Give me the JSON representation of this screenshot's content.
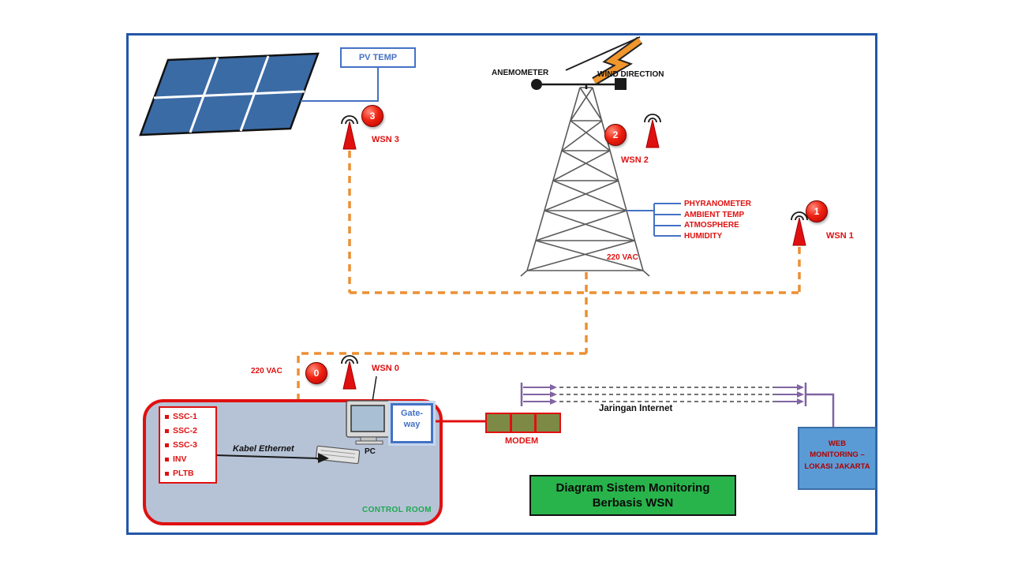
{
  "title": "Diagram Sistem Monitoring Berbasis WSN",
  "labels": {
    "pv_temp": "PV TEMP",
    "anemometer": "ANEMOMETER",
    "wind_direction": "WIND DIRECTION",
    "vac_tower": "220 VAC",
    "vac_control": "220 VAC",
    "internet": "Jaringan Internet",
    "modem": "MODEM"
  },
  "sensors": [
    "PHYRANOMETER",
    "AMBIENT TEMP",
    "ATMOSPHERE",
    "HUMIDITY"
  ],
  "wsn": {
    "w3": {
      "num": "3",
      "label": "WSN 3"
    },
    "w2": {
      "num": "2",
      "label": "WSN 2"
    },
    "w1": {
      "num": "1",
      "label": "WSN 1"
    },
    "w0": {
      "num": "0",
      "label": "WSN 0"
    }
  },
  "control_room": {
    "label": "CONTROL ROOM",
    "devices": [
      "SSC-1",
      "SSC-2",
      "SSC-3",
      "INV",
      "PLTB"
    ],
    "ethernet_label": "Kabel Ethernet",
    "pc_label": "PC",
    "gateway_lines": [
      "Gate-",
      "way"
    ]
  },
  "web_monitoring": {
    "lines": [
      "WEB",
      "MONITORING –",
      "LOKASI JAKARTA"
    ]
  },
  "colors": {
    "frame_blue": "#2356a7",
    "accent_red": "#e01010",
    "link_orange": "#ec8f33",
    "panel_blue": "#3b6ba5",
    "label_blue": "#4472c4",
    "title_green": "#28b44b",
    "web_box_blue": "#5b9bd5",
    "arrow_purple": "#8064a2"
  }
}
